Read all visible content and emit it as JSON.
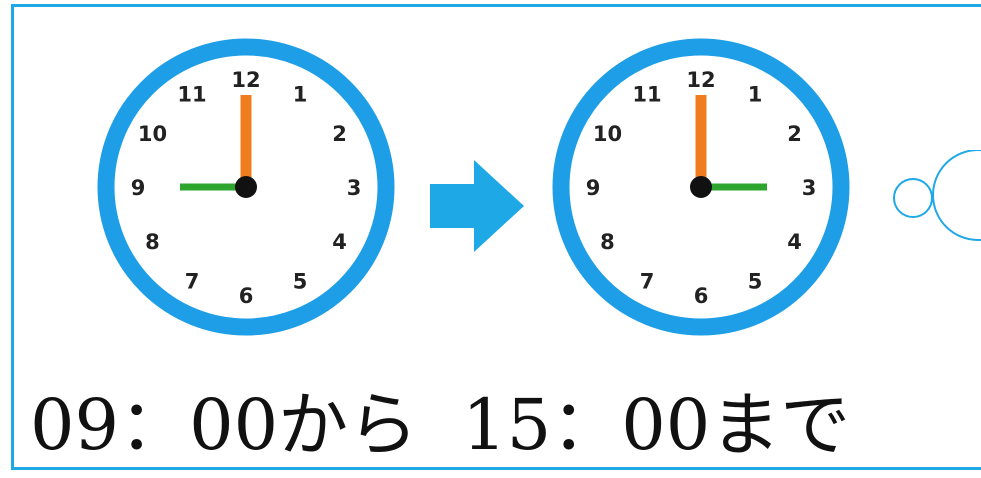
{
  "colors": {
    "frame": "#1ea8e6",
    "clock_rim": "#1e9ee6",
    "hour_hand": "#2ea52e",
    "minute_hand": "#ef7c1e",
    "arrow": "#1ea8e6",
    "deco": "#1ea8e6"
  },
  "clocks": [
    {
      "name": "start-clock",
      "time": "09:00",
      "hour": 9,
      "minute": 0
    },
    {
      "name": "end-clock",
      "time": "15:00",
      "hour": 15,
      "minute": 0
    }
  ],
  "dial_numbers": [
    "12",
    "1",
    "2",
    "3",
    "4",
    "5",
    "6",
    "7",
    "8",
    "9",
    "10",
    "11"
  ],
  "caption": {
    "start_time": "09：00",
    "from": "から",
    "end_time": "15：00",
    "until": "まで"
  }
}
